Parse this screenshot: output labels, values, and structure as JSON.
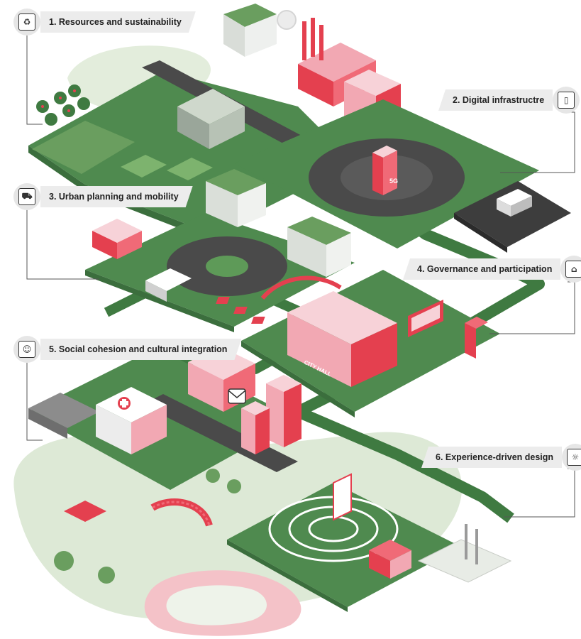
{
  "labels": {
    "resources": {
      "text": "1. Resources and sustainability",
      "icon": "recycle-icon"
    },
    "digital": {
      "text": "2. Digital infrastructre",
      "icon": "smartphone-icon"
    },
    "urban": {
      "text": "3. Urban planning and mobility",
      "icon": "car-signal-icon"
    },
    "governance": {
      "text": "4. Governance and participation",
      "icon": "bank-person-icon"
    },
    "social": {
      "text": "5. Social cohesion and cultural integration",
      "icon": "people-icon"
    },
    "experience": {
      "text": "6. Experience-driven design",
      "icon": "lightbulb-icon"
    }
  },
  "signs": {
    "city_hall": "CITY HALL",
    "network": "5G"
  },
  "colors": {
    "green": "#4f8a4f",
    "dark_green": "#3b6e3d",
    "red": "#e4404f",
    "pink": "#f2a8b3",
    "road": "#4a4a4a",
    "label_bg": "#ececec"
  }
}
